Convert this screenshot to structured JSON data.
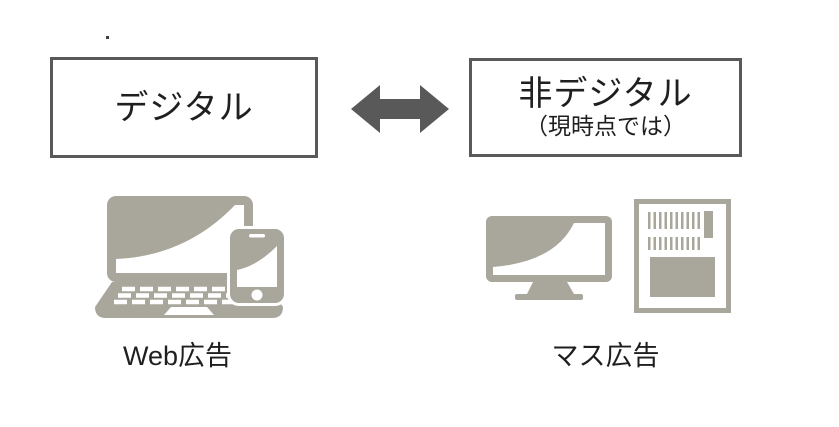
{
  "boxes": {
    "left": {
      "label": "デジタル"
    },
    "right": {
      "label": "非デジタル",
      "sublabel": "（現時点では）"
    }
  },
  "captions": {
    "left": "Web広告",
    "right": "マス広告"
  },
  "icons": {
    "arrow": "double-headed-arrow",
    "left_group": [
      "laptop",
      "smartphone"
    ],
    "right_group": [
      "tv-monitor",
      "newspaper"
    ]
  },
  "colors": {
    "icon-gray": "#a9a69b",
    "dark-gray": "#595959",
    "text": "#1f1f1f",
    "background": "#ffffff"
  }
}
